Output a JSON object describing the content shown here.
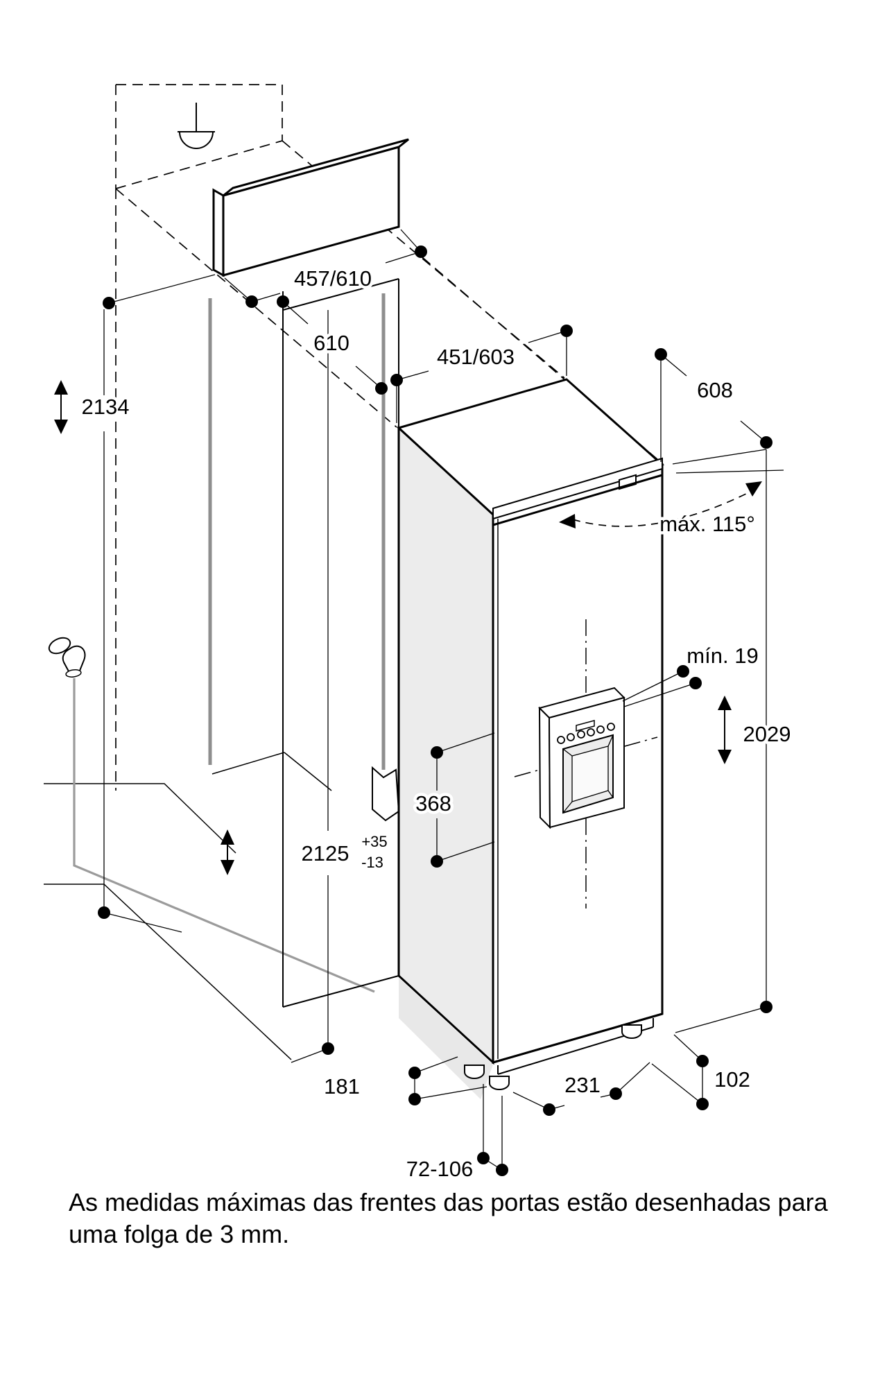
{
  "diagram": {
    "dims": {
      "top_panel": "457/610",
      "niche_width": "610",
      "door_width": "451/603",
      "cabinet_depth": "608",
      "door_swing": "máx. 115°",
      "min_gap": "mín. 19",
      "right_height": "2029",
      "left_height": "2134",
      "cutout_height": "368",
      "niche_height": "2125",
      "niche_height_tol_plus": "+35",
      "niche_height_tol_minus": "-13",
      "base_left": "181",
      "base_mid": "231",
      "base_right": "102",
      "foot_range": "72-106"
    },
    "caption_line1": "As medidas máximas das frentes das portas estão desenhadas para",
    "caption_line2": "uma folga de 3 mm.",
    "colors": {
      "line": "#000000",
      "background": "#ffffff",
      "water_line_gray": "#9b9b9b",
      "panel_gray": "#ececec"
    },
    "icons": {
      "socket": "power-socket-icon",
      "tap": "water-tap-icon"
    }
  }
}
